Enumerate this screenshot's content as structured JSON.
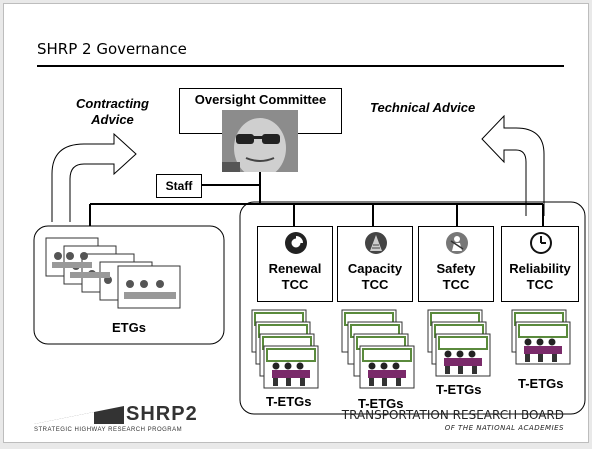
{
  "slide_title": "SHRP 2 Governance",
  "oversight": {
    "label": "Oversight Committee"
  },
  "contracting_advice": "Contracting\nAdvice",
  "technical_advice": "Technical Advice",
  "staff": "Staff",
  "etgs": "ETGs",
  "tccs": [
    {
      "line1": "Renewal",
      "line2": "TCC",
      "icon": "renewal-icon"
    },
    {
      "line1": "Capacity",
      "line2": "TCC",
      "icon": "capacity-icon"
    },
    {
      "line1": "Safety",
      "line2": "TCC",
      "icon": "safety-icon"
    },
    {
      "line1": "Reliability",
      "line2": "TCC",
      "icon": "clock-icon"
    }
  ],
  "tetgs": "T-ETGs",
  "footer": {
    "logo_text": "SHRP2",
    "logo_sub": "STRATEGIC HIGHWAY RESEARCH PROGRAM",
    "trb": "TRANSPORTATION RESEARCH BOARD",
    "trb_sub": "OF THE NATIONAL ACADEMIES"
  },
  "colors": {
    "rule": "#000000",
    "photo_frame": "#5a8a3c",
    "table": "#7a2a6a"
  }
}
